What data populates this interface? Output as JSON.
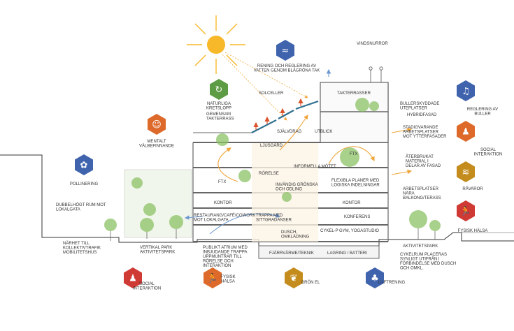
{
  "colors": {
    "blue": "#3f63ad",
    "green": "#5d9b44",
    "orange": "#dd6a2b",
    "red": "#cf3a34",
    "gold": "#c48c1d",
    "sun": "#f7b82a",
    "ground": "#333333",
    "arrow_warm": "#f0a53a",
    "arrow_cool": "#6f9ad1",
    "tree": "#8cc265"
  },
  "icons": {
    "rening": {
      "label": "RENING OCH REGLERING AV VATTEN GENOM BLÅGRÖNA TAK",
      "color": "blue",
      "icon": "water-plant-icon"
    },
    "naturliga": {
      "label": "NATURLIGA KRETSLOPP",
      "color": "green",
      "icon": "cycle-icon"
    },
    "mentalt": {
      "label": "MENTALT VÄLBEFINNANDE",
      "color": "orange",
      "icon": "people-icon"
    },
    "pollinering": {
      "label": "POLLINERING",
      "color": "blue",
      "icon": "flower-icon"
    },
    "social_left": {
      "label": "SOCIAL INTERAKTION",
      "color": "red",
      "icon": "meeting-icon"
    },
    "fysisk_bottom": {
      "label": "FYSISK HÄLSA",
      "color": "orange",
      "icon": "running-icon"
    },
    "gron_el": {
      "label": "GRÖN EL",
      "color": "gold",
      "icon": "leaf-plug-icon"
    },
    "luftrening": {
      "label": "LUFTRENING",
      "color": "blue",
      "icon": "tree-air-icon"
    },
    "reglering": {
      "label": "REGLERING AV BULLER",
      "color": "blue",
      "icon": "sound-trees-icon"
    },
    "social_right": {
      "label": "SOCIAL INTERAKTION",
      "color": "orange",
      "icon": "meeting-icon"
    },
    "ravaror": {
      "label": "RÅVAROR",
      "color": "gold",
      "icon": "wood-icon"
    },
    "fysisk_right": {
      "label": "FYSISK HÄLSA",
      "color": "red",
      "icon": "running-icon"
    }
  },
  "labels": {
    "vindsnurror": "VINDSNURROR",
    "solceller": "SOLCELLER",
    "takterrasser": "TAKTERRASSER",
    "gemensam": "GEMENSAM TAKTERRASS",
    "sjalvdrag": "SJÄLVDRAG",
    "utblick": "UTBLICK",
    "ljusgard": "LJUSGÅRD",
    "ftx_top": "FTX",
    "informella": "INFORMELLA MÖTET",
    "rorelse": "RÖRELSE",
    "ftx_mid": "FTX",
    "flexibla": "FLEXIBLA PLANER MED LOGISKA INDELNINGAR",
    "invandig": "INVÄNDIG GRÖNSKA OCH ODLING",
    "kontor_left": "KONTOR",
    "kontor_right": "KONTOR",
    "restaurang": "RESTAURANG/CAFÉ/COWORK MOT LOKALGATA",
    "trappa": "TRAPPA MED SITTGRADÄNSER",
    "konferens": "KONFERENS",
    "dusch": "DUSCH, OMKLÄDNING",
    "cykelp": "CYKEL-P",
    "gym": "GYM, YOGASTUDIO",
    "fjarrvarme": "FJÄRRVÄRME/TEKNIK",
    "lagring": "LAGRING / BATTERI",
    "dubbelhogt": "DUBBELHÖGT RUM MOT LOKALGATA",
    "narhet": "NÄRHET TILL KOLLEKTIVTRAFIK MOBILITETSHUS",
    "vertikal": "VERTIKAL PARK AKTIVITETSPARK",
    "publikt": "PUBLIKT ATRIUM MED INBJUDANDE TRAPPA UPPMUNTRAR TILL RÖRELSE OCH INTERAKTION",
    "bullerskyddade": "BULLERSKYDDADE UTEPLATSER",
    "hybridfasad": "HYBRIDFASAD",
    "stadigvarande": "STADIGVARANDE ARBETSPLATSER MOT YTTERFASADER",
    "aterbrukat": "ÅTERBRUKAT MATERIAL I DELAR AV FASAD",
    "arbetsplatser": "ARBETSPLATSER NÄRA BALKONG/TERASS",
    "aktivitetspark": "AKTIVITETSPARK",
    "cykelrum": "CYKELRUM PLACERAS SYNLIGT UTIFRÅN I FÖRBINDELSE MED DUSCH OCH OMKL."
  }
}
